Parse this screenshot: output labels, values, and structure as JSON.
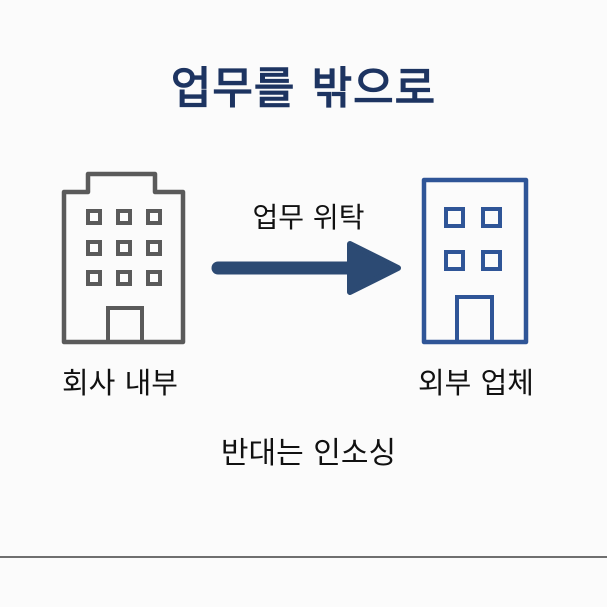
{
  "title": "업무를 밖으로",
  "source": {
    "label": "회사 내부",
    "icon": "office-building-icon",
    "color": "#5a5a5a"
  },
  "target": {
    "label": "외부 업체",
    "icon": "office-building-icon",
    "color": "#2f5597"
  },
  "flow": {
    "label": "업무 위탁",
    "icon": "right-arrow-icon",
    "color": "#2c4a73"
  },
  "note": "반대는 인소싱",
  "colors": {
    "title": "#1d3461",
    "text": "#111111",
    "divider": "#6f6f6f",
    "background": "#fbfbfb"
  }
}
